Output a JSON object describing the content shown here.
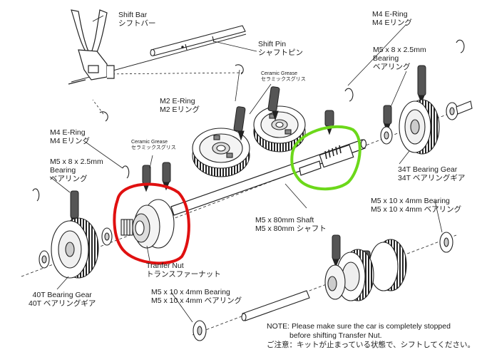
{
  "labels": {
    "shift_bar": {
      "en": "Shift Bar",
      "jp": "シフトバー"
    },
    "shift_pin": {
      "en": "Shift Pin",
      "jp": "シャフトピン"
    },
    "m4_ering_top": {
      "en": "M4 E-Ring",
      "jp": "M4 Eリング"
    },
    "m5x8_bearing_top": {
      "en": "M5 x 8 x 2.5mm",
      "en2": "Bearing",
      "jp": "ベアリング"
    },
    "ceramic_grease_top": {
      "en": "Ceramic Grease",
      "jp": "セラミックスグリス"
    },
    "m2_ering": {
      "en": "M2 E-Ring",
      "jp": "M2 Eリング"
    },
    "m4_ering_left": {
      "en": "M4 E-Ring",
      "jp": "M4 Eリング"
    },
    "m5x8_bearing_left": {
      "en": "M5 x 8 x 2.5mm",
      "en2": "Bearing",
      "jp": "ベアリング"
    },
    "ceramic_grease_left": {
      "en": "Ceramic Grease",
      "jp": "セラミックスグリス"
    },
    "bearing_gear_34t": {
      "en": "34T Bearing Gear",
      "jp": "34T ベアリングギア"
    },
    "m5x10_bearing_right": {
      "en": "M5 x 10 x 4mm Bearing",
      "jp": "M5 x 10 x 4mm ベアリング"
    },
    "shaft": {
      "en": "M5 x 80mm Shaft",
      "jp": "M5 x 80mm シャフト"
    },
    "transfer_nut": {
      "en": "Tranfer Nut",
      "jp": "トランスファーナット"
    },
    "bearing_gear_40t": {
      "en": "40T Bearing Gear",
      "jp": "40T ベアリングギア"
    },
    "m5x10_bearing_bottom": {
      "en": "M5 x 10 x 4mm Bearing",
      "jp": "M5 x 10 x 4mm ベアリング"
    }
  },
  "note": {
    "line1": "NOTE: Please make sure the car is completely stopped",
    "line2": "before shifting Transfer Nut.",
    "line3": "ご注意：キットが止まっている状態で、シフトしてください。"
  },
  "colors": {
    "ink": "#1a1a1a",
    "highlight_red": "#e01010",
    "highlight_green": "#6cd81a"
  }
}
